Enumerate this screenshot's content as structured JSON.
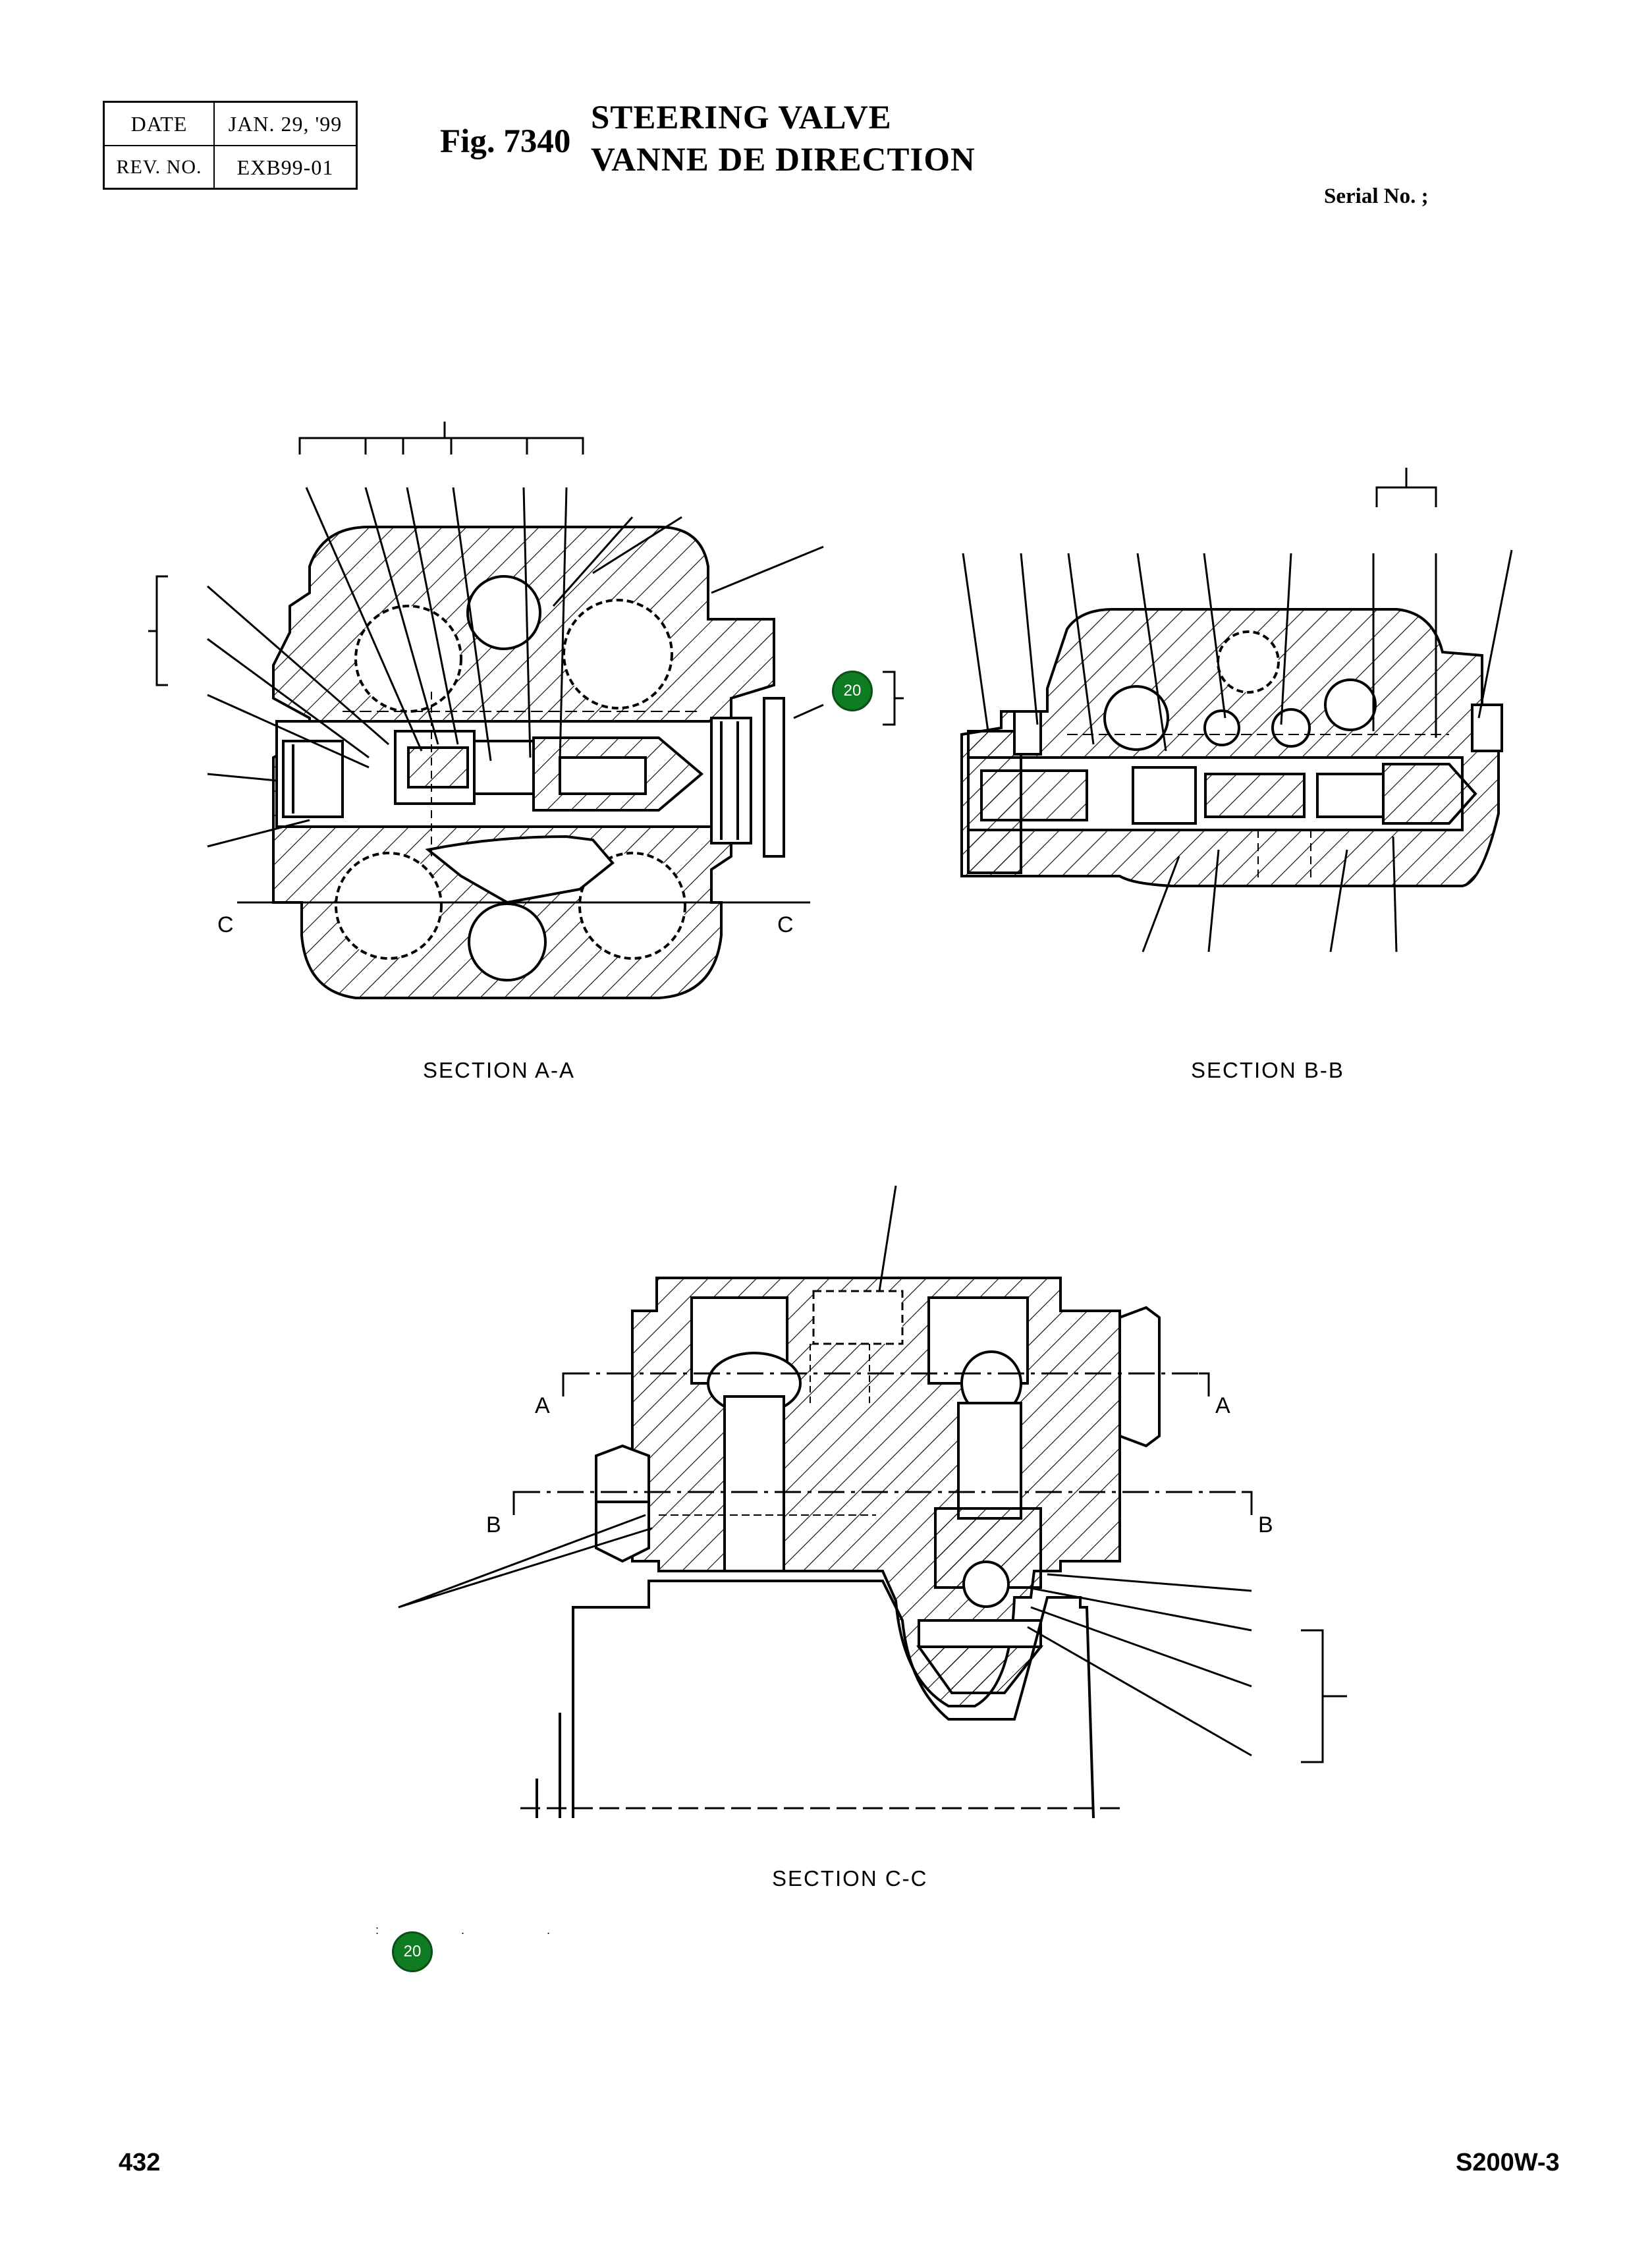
{
  "header": {
    "date_label": "DATE",
    "date_value": "JAN. 29, '99",
    "rev_label": "REV. NO.",
    "rev_value": "EXB99-01",
    "fig_label": "Fig. 7340",
    "title_en": "STEERING VALVE",
    "title_fr": "VANNE DE DIRECTION",
    "serial": "Serial No. ;"
  },
  "sections": {
    "aa": "SECTION  A-A",
    "bb": "SECTION  B-B",
    "cc": "SECTION  C-C"
  },
  "cut_marks": {
    "c_left": "C",
    "c_right": "C",
    "a_left": "A",
    "a_right": "A",
    "b_left": "B",
    "b_right": "B"
  },
  "badges": {
    "main": "20",
    "legend": "20"
  },
  "legend_dots": ": . .",
  "footer": {
    "page_number": "432",
    "model": "S200W-3"
  },
  "colors": {
    "badge_fill": "#0f7b23",
    "ink": "#000000"
  }
}
